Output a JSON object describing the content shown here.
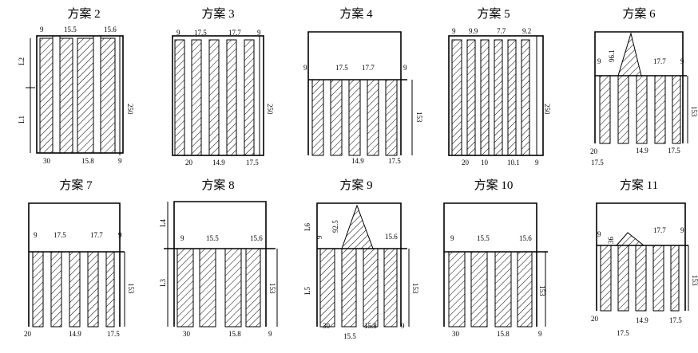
{
  "panels": [
    {
      "title": "方案 2",
      "dims": [
        "9",
        "15.5",
        "15.6",
        "L2",
        "L1",
        "250",
        "30",
        "15.8",
        "9"
      ]
    },
    {
      "title": "方案 3",
      "dims": [
        "9",
        "17.5",
        "17.7",
        "9",
        "250",
        "20",
        "14.9",
        "17.5"
      ]
    },
    {
      "title": "方案 4",
      "dims": [
        "9",
        "17.5",
        "17.7",
        "9",
        "153",
        "14.9",
        "17.5"
      ]
    },
    {
      "title": "方案 5",
      "dims": [
        "9",
        "9.9",
        "7.7",
        "9.2",
        "250",
        "20",
        "10",
        "10.1",
        "9"
      ]
    },
    {
      "title": "方案 6",
      "dims": [
        "96.1",
        "9",
        "17.7",
        "9",
        "153",
        "20",
        "14.9",
        "17.5",
        "17.5"
      ]
    },
    {
      "title": "方案 7",
      "dims": [
        "9",
        "17.5",
        "17.7",
        "9",
        "153",
        "20",
        "14.9",
        "17.5"
      ]
    },
    {
      "title": "方案 8",
      "dims": [
        "L4",
        "9",
        "15.5",
        "15.6",
        "L3",
        "153",
        "30",
        "15.8",
        "9"
      ]
    },
    {
      "title": "方案 9",
      "dims": [
        "L6",
        "9",
        "92.5",
        "15.6",
        "L5",
        "153",
        "30",
        "15.8",
        "9",
        "15.5"
      ]
    },
    {
      "title": "方案 10",
      "dims": [
        "9",
        "15.5",
        "15.6",
        "153",
        "30",
        "15.8",
        "9"
      ]
    },
    {
      "title": "方案 11",
      "dims": [
        "9",
        "36",
        "17.7",
        "9",
        "153",
        "20",
        "14.9",
        "17.5",
        "17.5"
      ]
    }
  ]
}
